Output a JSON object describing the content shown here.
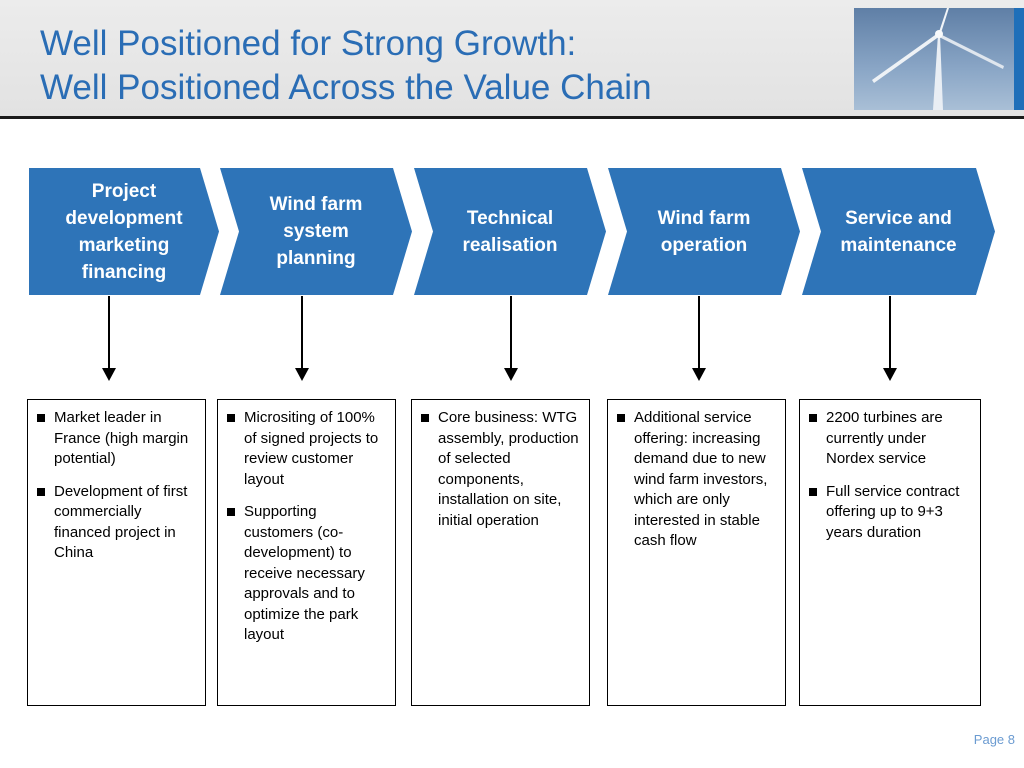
{
  "title": {
    "line1": "Well Positioned for Strong Growth:",
    "line2": "Well Positioned Across the Value Chain"
  },
  "photo": {
    "icon": "wind-turbine-photo",
    "sky_color": "#7d9bbd"
  },
  "accent_color": "#2e74b8",
  "steps": [
    {
      "lines": [
        "Project",
        "development",
        "marketing",
        "financing"
      ],
      "bullets": [
        "Market leader in France (high margin potential)",
        "Development of first commercially financed project in China"
      ]
    },
    {
      "lines": [
        "Wind farm",
        "system",
        "planning"
      ],
      "bullets": [
        "Micrositing of 100% of signed projects to review customer layout",
        "Supporting customers (co-development) to receive necessary approvals and to optimize the park layout"
      ]
    },
    {
      "lines": [
        "Technical",
        "realisation"
      ],
      "bullets": [
        "Core business: WTG assembly, production of selected components, installation on site, initial operation"
      ]
    },
    {
      "lines": [
        "Wind farm",
        "operation"
      ],
      "bullets": [
        "Additional service offering: increasing demand due to new wind farm investors, which are only interested in stable cash flow"
      ]
    },
    {
      "lines": [
        "Service and",
        "maintenance"
      ],
      "bullets": [
        "2200 turbines are currently under Nordex service",
        "Full service contract offering up to 9+3 years duration"
      ]
    }
  ],
  "page_label": "Page 8"
}
